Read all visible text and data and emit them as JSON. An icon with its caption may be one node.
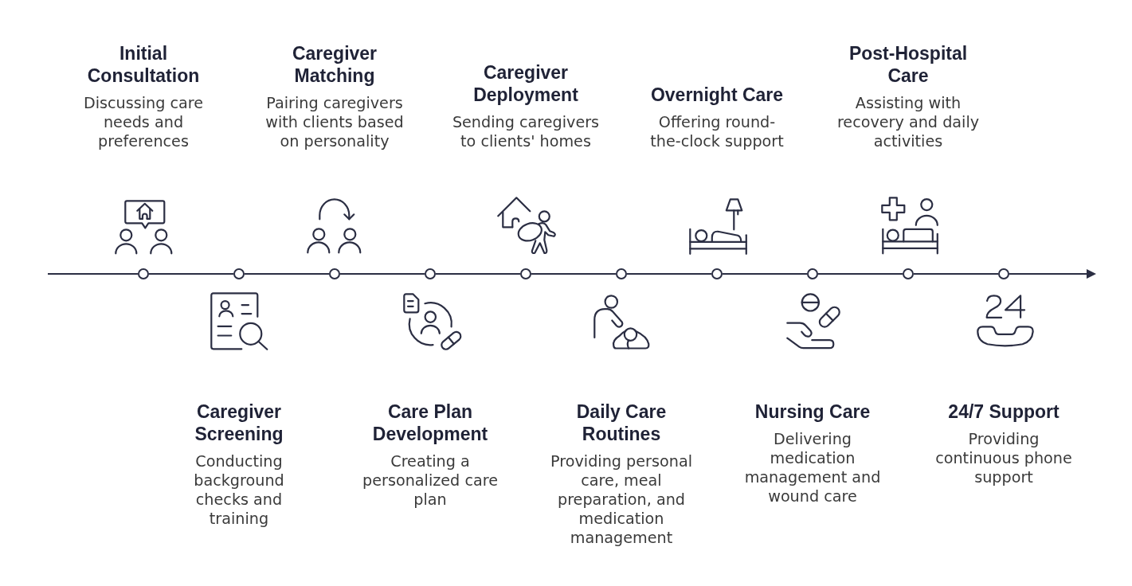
{
  "diagram": {
    "nodes": [
      {
        "text": [],
        "shape": "circle",
        "beside": [
          "Initial Consultation",
          "Discussing care needs and preferences"
        ]
      },
      {
        "text": [],
        "shape": "circle",
        "beside": [
          "Caregiver Screening",
          "Conducting background checks and training"
        ]
      },
      {
        "text": [],
        "shape": "circle",
        "beside": [
          "Caregiver Matching",
          "Pairing caregivers with clients based on personality"
        ]
      },
      {
        "text": [],
        "shape": "circle",
        "beside": [
          "Care Plan Development",
          "Creating a personalized care plan"
        ]
      },
      {
        "text": [],
        "shape": "circle",
        "beside": [
          "Caregiver Deployment",
          "Sending caregivers to clients' homes"
        ]
      },
      {
        "text": [],
        "shape": "circle",
        "beside": [
          "Daily Care Routines",
          "Providing personal care, meal preparation, and medication management"
        ]
      },
      {
        "text": [],
        "shape": "circle",
        "beside": [
          "Overnight Care",
          "Offering round-the-clock support"
        ]
      },
      {
        "text": [],
        "shape": "circle",
        "beside": [
          "Nursing Care",
          "Delivering medication management and wound care"
        ]
      },
      {
        "text": [],
        "shape": "circle",
        "beside": [
          "Post-Hospital Care",
          "Assisting with recovery and daily activities"
        ]
      },
      {
        "text": [],
        "shape": "circle",
        "beside": [
          "24/7 Support",
          "Providing continuous phone support"
        ]
      }
    ],
    "edges": [
      {
        "from": null,
        "to": 0,
        "arrow": "none"
      },
      {
        "from": 0,
        "to": 1,
        "arrow": "none"
      },
      {
        "from": 1,
        "to": 2,
        "arrow": "none"
      },
      {
        "from": 2,
        "to": 3,
        "arrow": "none"
      },
      {
        "from": 3,
        "to": 4,
        "arrow": "none"
      },
      {
        "from": 4,
        "to": 5,
        "arrow": "none"
      },
      {
        "from": 5,
        "to": 6,
        "arrow": "none"
      },
      {
        "from": 6,
        "to": 7,
        "arrow": "none"
      },
      {
        "from": 7,
        "to": 8,
        "arrow": "none"
      },
      {
        "from": 8,
        "to": 9,
        "arrow": "none"
      },
      {
        "from": 9,
        "to": null,
        "arrow": "to"
      }
    ]
  }
}
